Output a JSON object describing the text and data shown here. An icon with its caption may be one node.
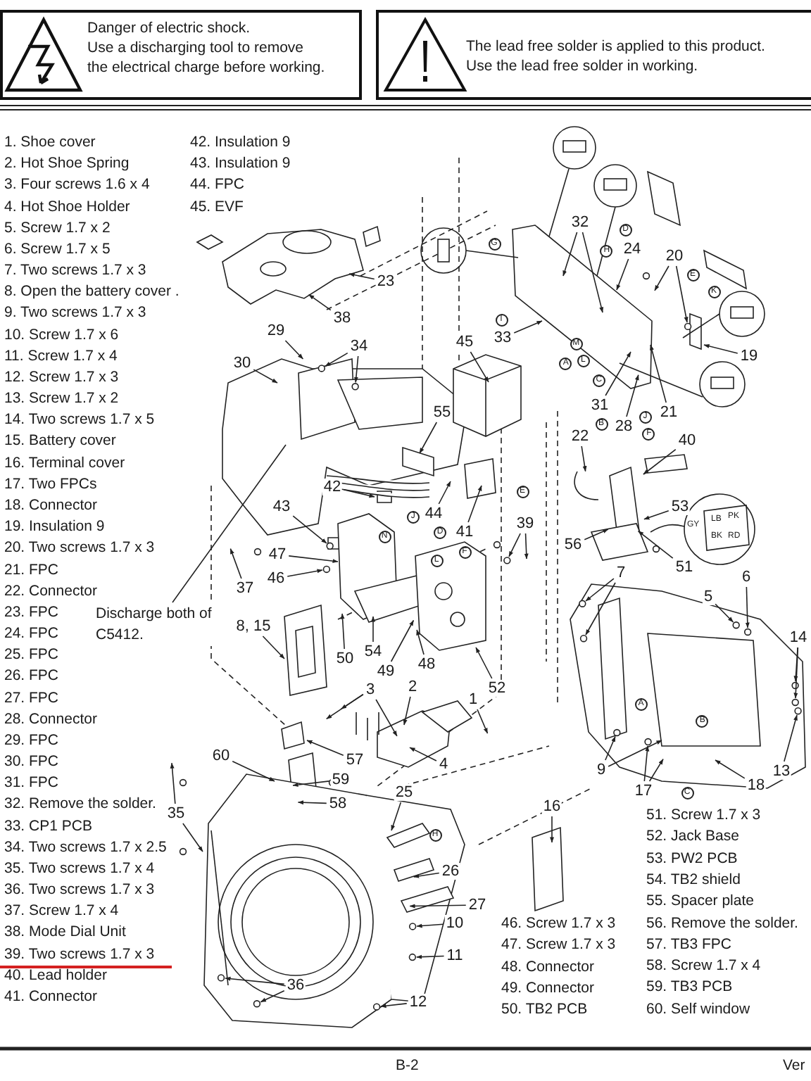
{
  "diagram": {
    "nodes": [
      {
        "text": [
          "Danger of electric shock.",
          "Use a discharging tool to remove the electrical charge before working."
        ]
      },
      {
        "text": [
          "The lead free solder is applied to this product.",
          "Use the lead free solder in working."
        ]
      },
      {
        "text": [
          "Discharge both of C5412."
        ]
      },
      {
        "text": [
          "23"
        ]
      },
      {
        "text": [
          "38"
        ]
      },
      {
        "text": [
          "29"
        ]
      },
      {
        "text": [
          "30"
        ]
      },
      {
        "text": [
          "34"
        ]
      },
      {
        "text": [
          "45"
        ]
      },
      {
        "text": [
          "55"
        ]
      },
      {
        "text": [
          "33"
        ]
      },
      {
        "text": [
          "32"
        ]
      },
      {
        "text": [
          "24"
        ]
      },
      {
        "text": [
          "20"
        ]
      },
      {
        "text": [
          "19"
        ]
      },
      {
        "text": [
          "31"
        ]
      },
      {
        "text": [
          "21"
        ]
      },
      {
        "text": [
          "28"
        ]
      },
      {
        "text": [
          "22"
        ]
      },
      {
        "text": [
          "40"
        ]
      },
      {
        "text": [
          "42"
        ]
      },
      {
        "text": [
          "43"
        ]
      },
      {
        "text": [
          "44"
        ]
      },
      {
        "text": [
          "53"
        ]
      },
      {
        "text": [
          "41"
        ]
      },
      {
        "text": [
          "39"
        ]
      },
      {
        "text": [
          "47"
        ]
      },
      {
        "text": [
          "56"
        ]
      },
      {
        "text": [
          "51"
        ]
      },
      {
        "text": [
          "6"
        ]
      },
      {
        "text": [
          "7"
        ]
      },
      {
        "text": [
          "46"
        ]
      },
      {
        "text": [
          "37"
        ]
      },
      {
        "text": [
          "5"
        ]
      },
      {
        "text": [
          "8, 15"
        ]
      },
      {
        "text": [
          "14"
        ]
      },
      {
        "text": [
          "50"
        ]
      },
      {
        "text": [
          "54"
        ]
      },
      {
        "text": [
          "49"
        ]
      },
      {
        "text": [
          "48"
        ]
      },
      {
        "text": [
          "52"
        ]
      },
      {
        "text": [
          "3"
        ]
      },
      {
        "text": [
          "2"
        ]
      },
      {
        "text": [
          "1"
        ]
      },
      {
        "text": [
          "57"
        ]
      },
      {
        "text": [
          "59"
        ]
      },
      {
        "text": [
          "60"
        ]
      },
      {
        "text": [
          "4"
        ]
      },
      {
        "text": [
          "9"
        ]
      },
      {
        "text": [
          "13"
        ]
      },
      {
        "text": [
          "17"
        ]
      },
      {
        "text": [
          "18"
        ]
      },
      {
        "text": [
          "25"
        ]
      },
      {
        "text": [
          "58"
        ]
      },
      {
        "text": [
          "16"
        ]
      },
      {
        "text": [
          "35"
        ]
      },
      {
        "text": [
          "26"
        ]
      },
      {
        "text": [
          "27"
        ]
      },
      {
        "text": [
          "10"
        ]
      },
      {
        "text": [
          "11"
        ]
      },
      {
        "text": [
          "36"
        ]
      },
      {
        "text": [
          "12"
        ]
      }
    ],
    "edges": [
      {
        "from": 2,
        "to": null,
        "arrow": "none"
      },
      {
        "from": 3,
        "to": null,
        "arrow": "to"
      },
      {
        "from": 4,
        "to": null,
        "arrow": "to"
      },
      {
        "from": 5,
        "to": null,
        "arrow": "to"
      },
      {
        "from": 6,
        "to": null,
        "arrow": "to"
      },
      {
        "from": 7,
        "to": null,
        "arrow": "to"
      },
      {
        "from": 7,
        "to": null,
        "arrow": "to"
      },
      {
        "from": 8,
        "to": null,
        "arrow": "to"
      },
      {
        "from": 9,
        "to": null,
        "arrow": "to"
      },
      {
        "from": 10,
        "to": null,
        "arrow": "to"
      },
      {
        "from": 11,
        "to": null,
        "arrow": "to"
      },
      {
        "from": 11,
        "to": null,
        "arrow": "to"
      },
      {
        "from": 12,
        "to": null,
        "arrow": "to"
      },
      {
        "from": 13,
        "to": null,
        "arrow": "to"
      },
      {
        "from": 13,
        "to": null,
        "arrow": "to"
      },
      {
        "from": 14,
        "to": null,
        "arrow": "to"
      },
      {
        "from": 15,
        "to": null,
        "arrow": "to"
      },
      {
        "from": 16,
        "to": null,
        "arrow": "to"
      },
      {
        "from": 17,
        "to": null,
        "arrow": "to"
      },
      {
        "from": 18,
        "to": null,
        "arrow": "to"
      },
      {
        "from": 19,
        "to": null,
        "arrow": "to"
      },
      {
        "from": 20,
        "to": null,
        "arrow": "to"
      },
      {
        "from": 21,
        "to": null,
        "arrow": "to"
      },
      {
        "from": 22,
        "to": null,
        "arrow": "to"
      },
      {
        "from": 23,
        "to": null,
        "arrow": "to"
      },
      {
        "from": 24,
        "to": null,
        "arrow": "to"
      },
      {
        "from": 25,
        "to": null,
        "arrow": "to"
      },
      {
        "from": 25,
        "to": null,
        "arrow": "to"
      },
      {
        "from": 26,
        "to": null,
        "arrow": "to"
      },
      {
        "from": 27,
        "to": null,
        "arrow": "to"
      },
      {
        "from": 28,
        "to": null,
        "arrow": "to"
      },
      {
        "from": 29,
        "to": null,
        "arrow": "to"
      },
      {
        "from": 30,
        "to": null,
        "arrow": "to"
      },
      {
        "from": 30,
        "to": null,
        "arrow": "to"
      },
      {
        "from": 31,
        "to": null,
        "arrow": "to"
      },
      {
        "from": 32,
        "to": null,
        "arrow": "to"
      },
      {
        "from": 33,
        "to": null,
        "arrow": "to"
      },
      {
        "from": 34,
        "to": null,
        "arrow": "to"
      },
      {
        "from": 35,
        "to": null,
        "arrow": "to"
      },
      {
        "from": 35,
        "to": null,
        "arrow": "to"
      },
      {
        "from": 36,
        "to": null,
        "arrow": "to"
      },
      {
        "from": 37,
        "to": null,
        "arrow": "to"
      },
      {
        "from": 38,
        "to": null,
        "arrow": "to"
      },
      {
        "from": 39,
        "to": null,
        "arrow": "to"
      },
      {
        "from": 40,
        "to": null,
        "arrow": "to"
      },
      {
        "from": 41,
        "to": null,
        "arrow": "to"
      },
      {
        "from": 41,
        "to": null,
        "arrow": "to"
      },
      {
        "from": 41,
        "to": null,
        "arrow": "to"
      },
      {
        "from": 42,
        "to": null,
        "arrow": "to"
      },
      {
        "from": 43,
        "to": null,
        "arrow": "to"
      },
      {
        "from": 44,
        "to": null,
        "arrow": "to"
      },
      {
        "from": 45,
        "to": null,
        "arrow": "to"
      },
      {
        "from": 46,
        "to": null,
        "arrow": "to"
      },
      {
        "from": 47,
        "to": null,
        "arrow": "to"
      },
      {
        "from": 48,
        "to": null,
        "arrow": "to"
      },
      {
        "from": 48,
        "to": null,
        "arrow": "to"
      },
      {
        "from": 49,
        "to": null,
        "arrow": "to"
      },
      {
        "from": 50,
        "to": null,
        "arrow": "to"
      },
      {
        "from": 50,
        "to": null,
        "arrow": "to"
      },
      {
        "from": 51,
        "to": null,
        "arrow": "to"
      },
      {
        "from": 52,
        "to": null,
        "arrow": "to"
      },
      {
        "from": 53,
        "to": null,
        "arrow": "to"
      },
      {
        "from": 54,
        "to": null,
        "arrow": "to"
      },
      {
        "from": 55,
        "to": null,
        "arrow": "to"
      },
      {
        "from": 55,
        "to": null,
        "arrow": "to"
      },
      {
        "from": 56,
        "to": null,
        "arrow": "to"
      },
      {
        "from": 57,
        "to": null,
        "arrow": "to"
      },
      {
        "from": 58,
        "to": null,
        "arrow": "to"
      },
      {
        "from": 59,
        "to": null,
        "arrow": "to"
      },
      {
        "from": 60,
        "to": null,
        "arrow": "to"
      },
      {
        "from": 60,
        "to": null,
        "arrow": "to"
      },
      {
        "from": 61,
        "to": null,
        "arrow": "to"
      }
    ],
    "labels": [
      "1. Shoe cover",
      "2. Hot Shoe Spring",
      "3. Four screws 1.6 x 4",
      "4. Hot Shoe Holder",
      "5. Screw 1.7 x 2",
      "6. Screw 1.7 x 5",
      "7. Two screws 1.7 x 3",
      "8. Open the battery cover .",
      "9. Two screws 1.7 x 3",
      "10. Screw 1.7 x 6",
      "11. Screw 1.7 x 4",
      "12. Screw 1.7 x 3",
      "13. Screw 1.7 x 2",
      "14. Two screws 1.7 x 5",
      "15. Battery cover",
      "16. Terminal cover",
      "17. Two FPCs",
      "18. Connector",
      "19. Insulation 9",
      "20. Two screws 1.7 x 3",
      "21. FPC",
      "22. Connector",
      "23. FPC",
      "24. FPC",
      "25. FPC",
      "26. FPC",
      "27. FPC",
      "28. Connector",
      "29. FPC",
      "30. FPC",
      "31. FPC",
      "32. Remove the solder.",
      "33. CP1 PCB",
      "34. Two screws 1.7 x 2.5",
      "35. Two screws 1.7 x 4",
      "36. Two screws 1.7 x 3",
      "37. Screw 1.7 x 4",
      "38. Mode Dial Unit",
      "39. Two screws 1.7 x 3",
      "40. Lead holder",
      "41. Connector",
      "42. Insulation 9",
      "43. Insulation 9",
      "44. FPC",
      "45. EVF",
      "46. Screw 1.7 x 3",
      "47. Screw 1.7 x 3",
      "48. Connector",
      "49. Connector",
      "50. TB2 PCB",
      "51. Screw 1.7 x 3",
      "52. Jack Base",
      "53. PW2 PCB",
      "54. TB2 shield",
      "55. Spacer plate",
      "56. Remove the solder.",
      "57. TB3 FPC",
      "58. Screw 1.7 x 4",
      "59. TB3 PCB",
      "60. Self window",
      "LB",
      "PK",
      "GY",
      "BK",
      "RD",
      "B-2",
      "Ver",
      "G",
      "H",
      "E",
      "K",
      "D",
      "M",
      "I",
      "L",
      "A",
      "C",
      "B",
      "J",
      "F",
      "E",
      "D",
      "F",
      "J",
      "N",
      "L",
      "A",
      "C",
      "B",
      "H"
    ]
  }
}
